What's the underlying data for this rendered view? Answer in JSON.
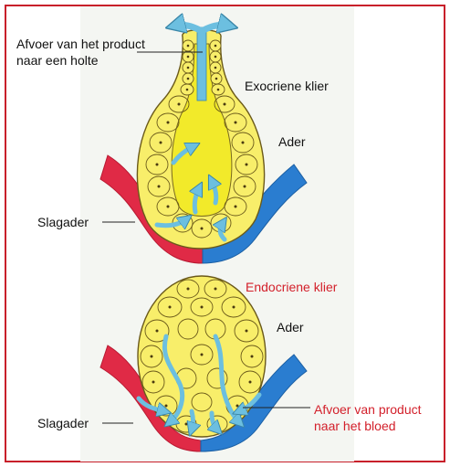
{
  "top": {
    "label_product_outlet": [
      "Afvoer van het product",
      "naar een holte"
    ],
    "label_gland": "Exocriene klier",
    "label_vein": "Ader",
    "label_artery": "Slagader"
  },
  "bottom": {
    "label_gland": "Endocriene klier",
    "label_vein": "Ader",
    "label_artery": "Slagader",
    "label_product_outlet": [
      "Afvoer van product",
      "naar het bloed"
    ]
  },
  "colors": {
    "frame": "#c8202a",
    "cell_fill": "#f8ee6a",
    "lumen_fill": "#f2ea2a",
    "artery": "#e02a46",
    "vein": "#2a7dd0",
    "arrow": "#6cbfe0",
    "label_red": "#d3202b"
  }
}
